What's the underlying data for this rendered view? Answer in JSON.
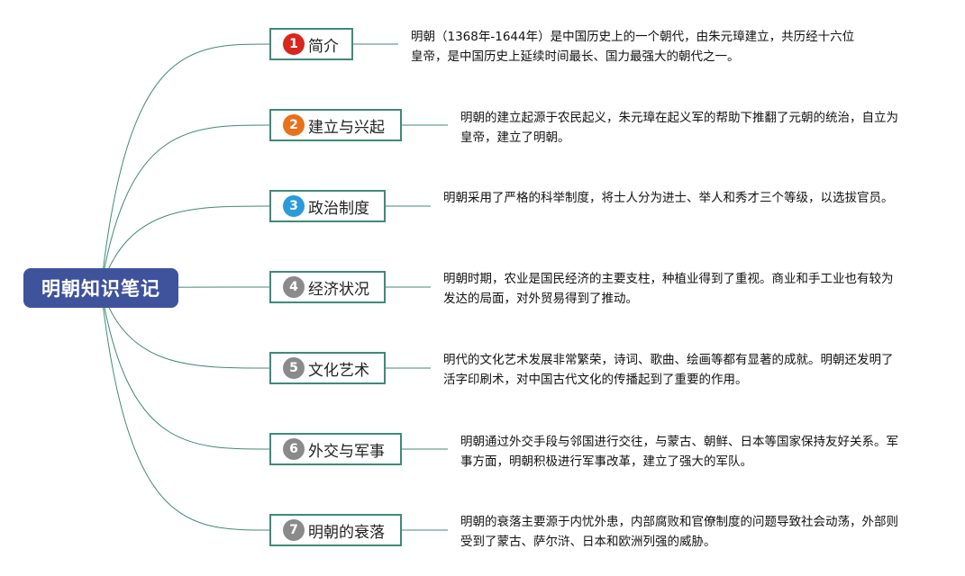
{
  "root": {
    "label": "明朝知识笔记"
  },
  "colors": {
    "root_bg": "#3f539c",
    "branch_line": "#3e8a78"
  },
  "topics": [
    {
      "number": "1",
      "label": "简介",
      "badge_color": "#d9261c",
      "desc": "明朝（1368年-1644年）是中国历史上的一个朝代，由朱元璋建立，共历经十六位皇帝，是中国历史上延续时间最长、国力最强大的朝代之一。"
    },
    {
      "number": "2",
      "label": "建立与兴起",
      "badge_color": "#e8711c",
      "desc": "明朝的建立起源于农民起义，朱元璋在起义军的帮助下推翻了元朝的统治，自立为皇帝，建立了明朝。"
    },
    {
      "number": "3",
      "label": "政治制度",
      "badge_color": "#2a9ad8",
      "desc": "明朝采用了严格的科举制度，将士人分为进士、举人和秀才三个等级，以选拔官员。"
    },
    {
      "number": "4",
      "label": "经济状况",
      "badge_color": "#8a8a8a",
      "desc": "明朝时期，农业是国民经济的主要支柱，种植业得到了重视。商业和手工业也有较为发达的局面，对外贸易得到了推动。"
    },
    {
      "number": "5",
      "label": "文化艺术",
      "badge_color": "#8a8a8a",
      "desc": "明代的文化艺术发展非常繁荣，诗词、歌曲、绘画等都有显著的成就。明朝还发明了活字印刷术，对中国古代文化的传播起到了重要的作用。"
    },
    {
      "number": "6",
      "label": "外交与军事",
      "badge_color": "#8a8a8a",
      "desc": "明朝通过外交手段与邻国进行交往，与蒙古、朝鲜、日本等国家保持友好关系。军事方面，明朝积极进行军事改革，建立了强大的军队。"
    },
    {
      "number": "7",
      "label": "明朝的衰落",
      "badge_color": "#8a8a8a",
      "desc": "明朝的衰落主要源于内忧外患，内部腐败和官僚制度的问题导致社会动荡，外部则受到了蒙古、萨尔浒、日本和欧洲列强的威胁。"
    }
  ]
}
